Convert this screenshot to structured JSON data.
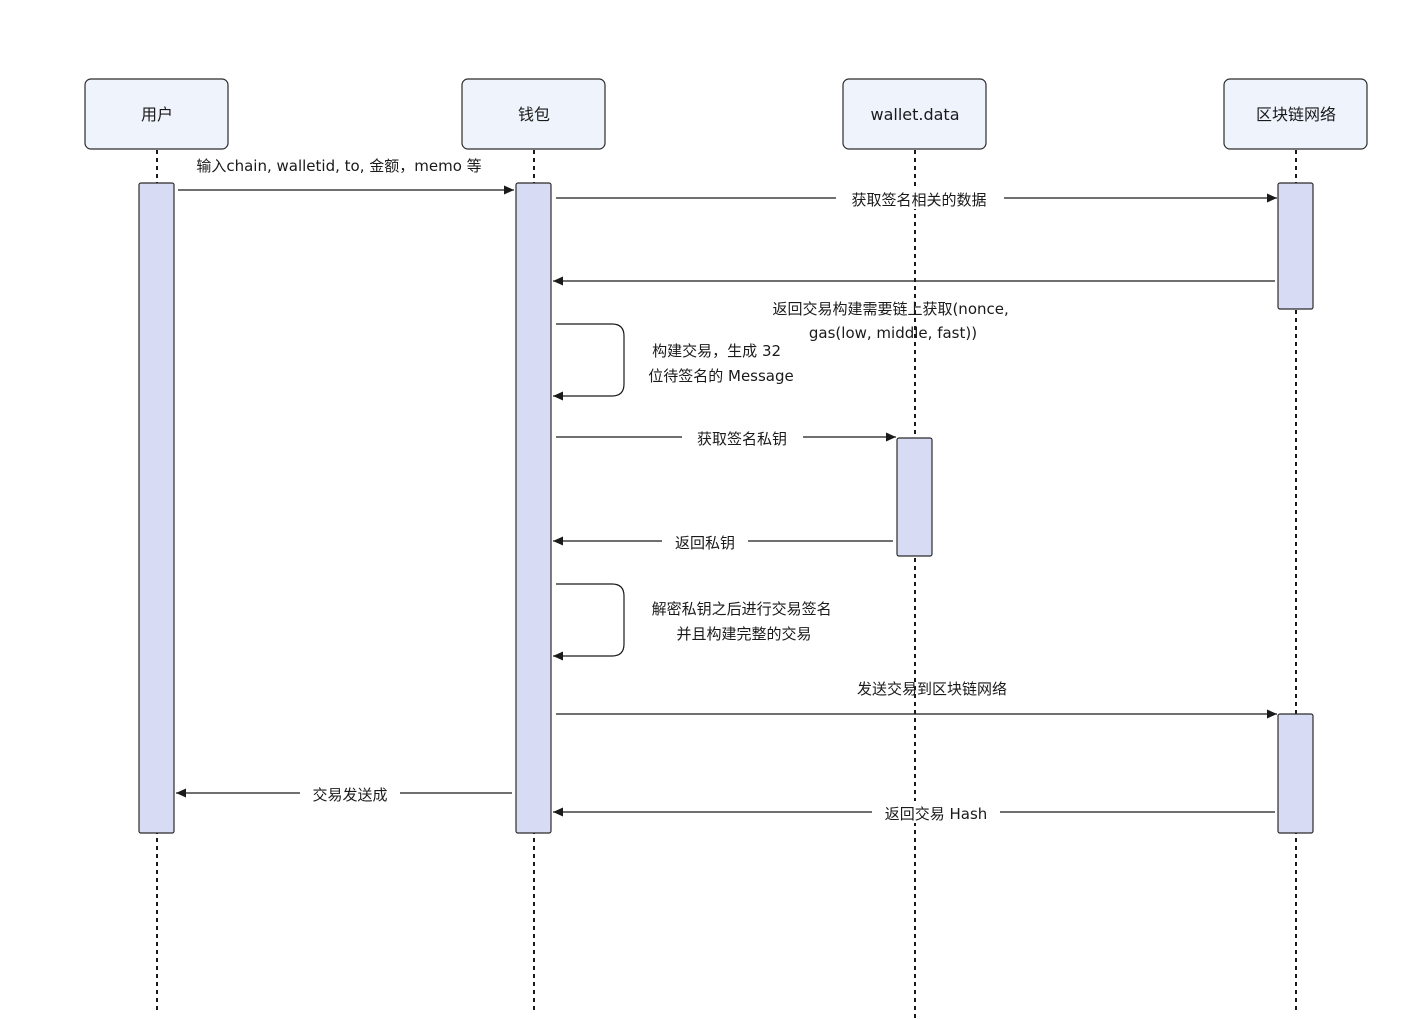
{
  "participants": [
    {
      "id": "user",
      "label": "用户"
    },
    {
      "id": "wallet",
      "label": "钱包"
    },
    {
      "id": "walletdata",
      "label": "wallet.data"
    },
    {
      "id": "chain",
      "label": "区块链网络"
    }
  ],
  "messages": [
    {
      "from": "user",
      "to": "wallet",
      "text": "输入chain, walletid, to, 金额，memo 等"
    },
    {
      "from": "wallet",
      "to": "chain",
      "text": "获取签名相关的数据"
    },
    {
      "from": "chain",
      "to": "wallet",
      "text": "返回交易构建需要链上获取(nonce,\ngas(low, middle, fast))"
    },
    {
      "from": "wallet",
      "to": "wallet",
      "text": "构建交易，生成 32\n位待签名的 Message"
    },
    {
      "from": "wallet",
      "to": "walletdata",
      "text": "获取签名私钥"
    },
    {
      "from": "walletdata",
      "to": "wallet",
      "text": "返回私钥"
    },
    {
      "from": "wallet",
      "to": "wallet",
      "text": "解密私钥之后进行交易签名\n并且构建完整的交易"
    },
    {
      "from": "wallet",
      "to": "chain",
      "text": "发送交易到区块链网络"
    },
    {
      "from": "chain",
      "to": "wallet",
      "text": "返回交易 Hash"
    },
    {
      "from": "wallet",
      "to": "user",
      "text": "交易发送成"
    }
  ],
  "colors": {
    "participant_fill": "#eef3fc",
    "activation_fill": "#d7dbf4",
    "line": "#1a1a1a"
  }
}
